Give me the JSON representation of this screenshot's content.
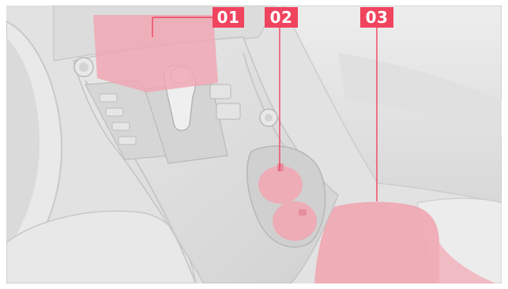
{
  "callouts": [
    {
      "id": "01",
      "label": "01"
    },
    {
      "id": "02",
      "label": "02"
    },
    {
      "id": "03",
      "label": "03"
    }
  ],
  "colors": {
    "highlight": "#f0a7b3",
    "callout_background": "#f0445e",
    "callout_text": "#ffffff",
    "leader_line": "#f0445e",
    "interior": "#e4e4e4"
  },
  "icons": {
    "gear_selector": "gear-selector-knob",
    "knob": "control-knob"
  }
}
